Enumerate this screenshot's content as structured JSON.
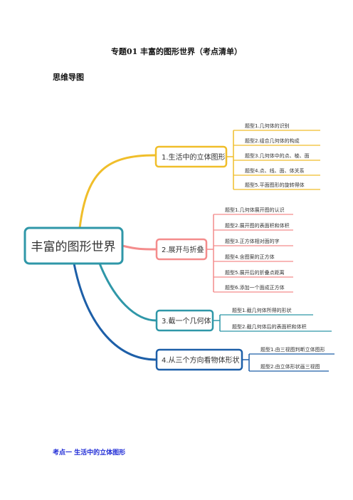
{
  "page_title": "专题01 丰富的图形世界（考点清单）",
  "section_heading": "思维导图",
  "mindmap": {
    "root": "丰富的图形世界",
    "branches": [
      {
        "label": "1.生活中的立体图形",
        "color": "#f0be2a",
        "items": [
          "题型1.几何体的识别",
          "题型2.组合几何体的构成",
          "题型3.几何体中的点、棱、面",
          "题型4.点、线、面、体关系",
          "题型5.平面图形的旋转得体"
        ]
      },
      {
        "label": "2.展开与折叠",
        "color": "#f48c8c",
        "items": [
          "题型1.几何体展开图的认识",
          "题型2.展开图的表面积和体积",
          "题型3.正方体相对面的字",
          "题型4.含图案的正方体",
          "题型5.展开后的折叠点距离",
          "题型6.添加一个面成正方体"
        ]
      },
      {
        "label": "3.截一个几何体",
        "color": "#2f97a8",
        "items": [
          "题型1.截几何体所得的形状",
          "题型2.截几何体后的表面积和体积"
        ]
      },
      {
        "label": "4.从三个方向看物体形状",
        "color": "#1d5fa8",
        "items": [
          "题型1.由三视图判断立体图形",
          "题型2.由立体形状画三视图"
        ]
      }
    ],
    "root_color": "#2f97a8"
  },
  "bottom_heading": "考点一  生活中的立体图形"
}
